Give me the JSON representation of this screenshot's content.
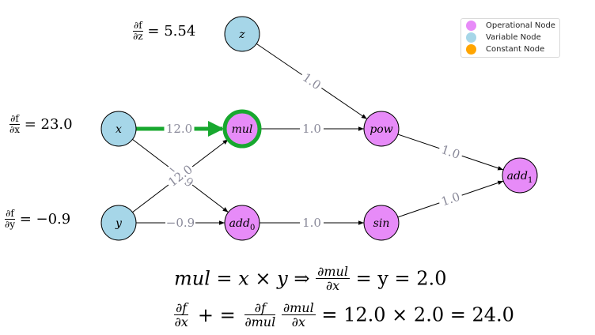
{
  "nodes": [
    {
      "id": "z",
      "label": "z",
      "type": "variable"
    },
    {
      "id": "x",
      "label": "x",
      "type": "variable"
    },
    {
      "id": "y",
      "label": "y",
      "type": "variable"
    },
    {
      "id": "mul",
      "label": "mul",
      "type": "operational",
      "highlighted": true
    },
    {
      "id": "add0",
      "label": "add",
      "sub": "0",
      "type": "operational"
    },
    {
      "id": "pow",
      "label": "pow",
      "type": "operational"
    },
    {
      "id": "sin",
      "label": "sin",
      "type": "operational"
    },
    {
      "id": "add1",
      "label": "add",
      "sub": "1",
      "type": "operational"
    }
  ],
  "edges": [
    {
      "from": "z",
      "to": "pow",
      "label": "1.0"
    },
    {
      "from": "x",
      "to": "mul",
      "label": "12.0",
      "highlighted": true
    },
    {
      "from": "x",
      "to": "add0",
      "label": "−0.9"
    },
    {
      "from": "y",
      "to": "mul",
      "label": "12.0"
    },
    {
      "from": "y",
      "to": "add0",
      "label": "−0.9"
    },
    {
      "from": "mul",
      "to": "pow",
      "label": "1.0"
    },
    {
      "from": "add0",
      "to": "sin",
      "label": "1.0"
    },
    {
      "from": "pow",
      "to": "add1",
      "label": "1.0"
    },
    {
      "from": "sin",
      "to": "add1",
      "label": "1.0"
    }
  ],
  "gradients": {
    "z": {
      "num": "∂f",
      "den": "∂z",
      "value": "= 5.54"
    },
    "x": {
      "num": "∂f",
      "den": "∂x",
      "value": "= 23.0"
    },
    "y": {
      "num": "∂f",
      "den": "∂y",
      "value": "= −0.9"
    }
  },
  "legend": {
    "items": [
      {
        "label": "Operational Node",
        "color": "#e78bf8"
      },
      {
        "label": "Variable Node",
        "color": "#a6d6e8"
      },
      {
        "label": "Constant Node",
        "color": "#ffa500"
      }
    ]
  },
  "colors": {
    "operational": "#e78bf8",
    "variable": "#a6d6e8",
    "highlight": "#18a82f"
  },
  "formula": {
    "line1": {
      "lhs": "mul = x × y ⇒",
      "frac_num": "∂mul",
      "frac_den": "∂x",
      "rhs": "= y = 2.0"
    },
    "line2": {
      "f1_num": "∂f",
      "f1_den": "∂x",
      "op": "+ =",
      "f2_num": "∂f",
      "f2_den": "∂mul",
      "f3_num": "∂mul",
      "f3_den": "∂x",
      "rhs": "= 12.0 × 2.0 = 24.0"
    }
  }
}
